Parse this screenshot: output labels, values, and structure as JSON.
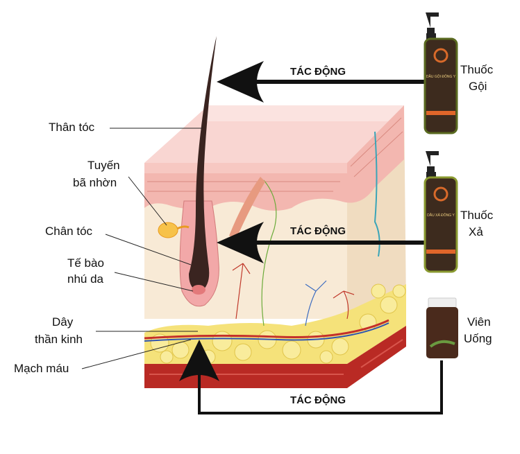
{
  "title": "Hair and skin structure with product action",
  "action_label": "TÁC ĐỘNG",
  "left_labels": {
    "hair_shaft": "Thân tóc",
    "sebaceous_1": "Tuyến",
    "sebaceous_2": "bã nhờn",
    "hair_root": "Chân tóc",
    "papilla_1": "Tế bào",
    "papilla_2": "nhú da",
    "nerve_1": "Dây",
    "nerve_2": "thần kinh",
    "blood_vessel": "Mạch máu"
  },
  "products": [
    {
      "line1": "Thuốc",
      "line2": "Gội",
      "bottle_text": "DẦU GỘI ĐÔNG Y"
    },
    {
      "line1": "Thuốc",
      "line2": "Xả",
      "bottle_text": "DẦU XẢ ĐÔNG Y"
    },
    {
      "line1": "Viên",
      "line2": "Uống"
    }
  ],
  "colors": {
    "epidermis": "#f6c9c4",
    "dermis": "#f8ead6",
    "fat": "#f5e27a",
    "muscle": "#b92a24",
    "hair": "#3a2420"
  }
}
